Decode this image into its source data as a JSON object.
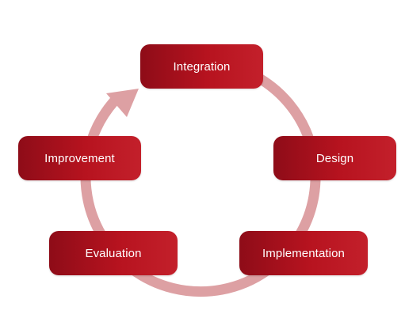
{
  "diagram": {
    "type": "cycle",
    "colors": {
      "box_dark": "#8e0c18",
      "box_light": "#c3202b",
      "box_text": "#ffffff",
      "ring": "#dda0a3"
    },
    "stages": [
      {
        "id": "integration",
        "label": "Integration"
      },
      {
        "id": "design",
        "label": "Design"
      },
      {
        "id": "implementation",
        "label": "Implementation"
      },
      {
        "id": "evaluation",
        "label": "Evaluation"
      },
      {
        "id": "improvement",
        "label": "Improvement"
      }
    ],
    "flow_direction": "clockwise"
  }
}
